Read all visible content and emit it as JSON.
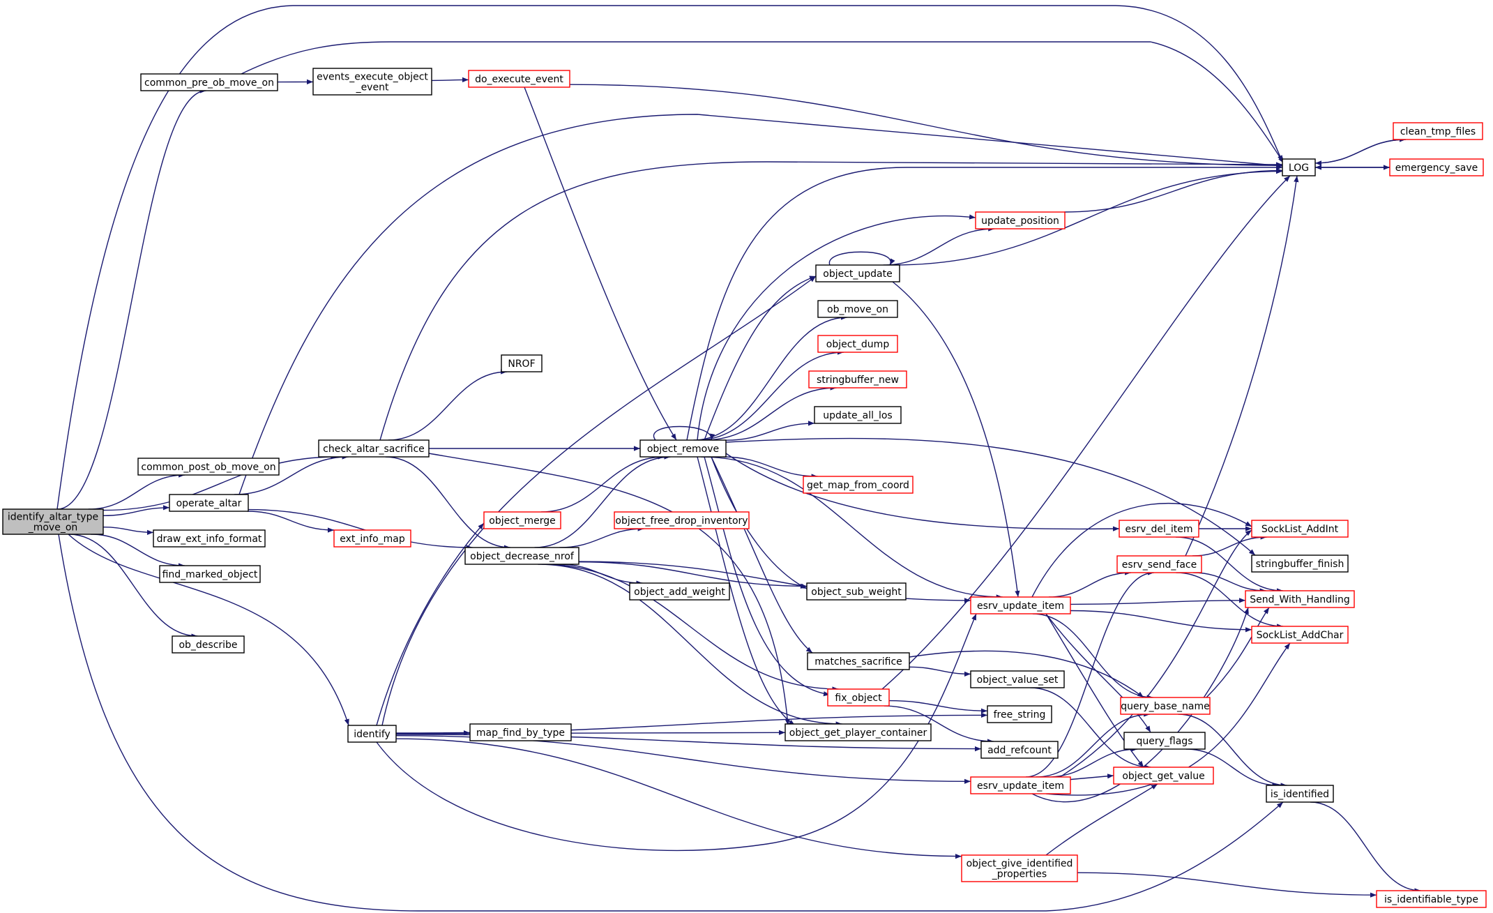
{
  "diagram": {
    "title": "",
    "colors": {
      "edge": "#191970",
      "border_default": "#000000",
      "border_truncated": "#ff0000",
      "fill_root": "#bfbfbf",
      "fill_default": "#ffffff",
      "text": "#000000"
    },
    "nodes": [
      {
        "id": "identify_altar",
        "lines": [
          "identify_altar_type",
          "_move_on"
        ],
        "style": "root"
      },
      {
        "id": "common_pre",
        "lines": [
          "common_pre_ob_move_on"
        ],
        "style": "default"
      },
      {
        "id": "events_exec",
        "lines": [
          "events_execute_object",
          "_event"
        ],
        "style": "default"
      },
      {
        "id": "do_execute_event",
        "lines": [
          "do_execute_event"
        ],
        "style": "truncated"
      },
      {
        "id": "LOG",
        "lines": [
          "LOG"
        ],
        "style": "default"
      },
      {
        "id": "clean_tmp_files",
        "lines": [
          "clean_tmp_files"
        ],
        "style": "truncated"
      },
      {
        "id": "emergency_save",
        "lines": [
          "emergency_save"
        ],
        "style": "truncated"
      },
      {
        "id": "check_altar_sacrifice",
        "lines": [
          "check_altar_sacrifice"
        ],
        "style": "default"
      },
      {
        "id": "common_post",
        "lines": [
          "common_post_ob_move_on"
        ],
        "style": "default"
      },
      {
        "id": "operate_altar",
        "lines": [
          "operate_altar"
        ],
        "style": "default"
      },
      {
        "id": "draw_ext_info_format",
        "lines": [
          "draw_ext_info_format"
        ],
        "style": "default"
      },
      {
        "id": "find_marked_object",
        "lines": [
          "find_marked_object"
        ],
        "style": "default"
      },
      {
        "id": "ob_describe",
        "lines": [
          "ob_describe"
        ],
        "style": "default"
      },
      {
        "id": "identify",
        "lines": [
          "identify"
        ],
        "style": "default"
      },
      {
        "id": "NROF",
        "lines": [
          "NROF"
        ],
        "style": "default"
      },
      {
        "id": "object_remove",
        "lines": [
          "object_remove"
        ],
        "style": "default"
      },
      {
        "id": "object_merge",
        "lines": [
          "object_merge"
        ],
        "style": "truncated"
      },
      {
        "id": "object_decrease_nrof",
        "lines": [
          "object_decrease_nrof"
        ],
        "style": "default"
      },
      {
        "id": "ext_info_map",
        "lines": [
          "ext_info_map"
        ],
        "style": "truncated"
      },
      {
        "id": "object_free_drop_inventory",
        "lines": [
          "object_free_drop_inventory"
        ],
        "style": "truncated"
      },
      {
        "id": "object_add_weight",
        "lines": [
          "object_add_weight"
        ],
        "style": "default"
      },
      {
        "id": "object_sub_weight",
        "lines": [
          "object_sub_weight"
        ],
        "style": "default"
      },
      {
        "id": "update_position",
        "lines": [
          "update_position"
        ],
        "style": "truncated"
      },
      {
        "id": "object_update",
        "lines": [
          "object_update"
        ],
        "style": "default"
      },
      {
        "id": "ob_move_on",
        "lines": [
          "ob_move_on"
        ],
        "style": "default"
      },
      {
        "id": "object_dump",
        "lines": [
          "object_dump"
        ],
        "style": "truncated"
      },
      {
        "id": "stringbuffer_new",
        "lines": [
          "stringbuffer_new"
        ],
        "style": "truncated"
      },
      {
        "id": "update_all_los",
        "lines": [
          "update_all_los"
        ],
        "style": "default"
      },
      {
        "id": "get_map_from_coord",
        "lines": [
          "get_map_from_coord"
        ],
        "style": "truncated"
      },
      {
        "id": "matches_sacrifice",
        "lines": [
          "matches_sacrifice"
        ],
        "style": "default"
      },
      {
        "id": "fix_object",
        "lines": [
          "fix_object"
        ],
        "style": "truncated"
      },
      {
        "id": "object_value_set",
        "lines": [
          "object_value_set"
        ],
        "style": "default"
      },
      {
        "id": "free_string",
        "lines": [
          "free_string"
        ],
        "style": "default"
      },
      {
        "id": "add_refcount",
        "lines": [
          "add_refcount"
        ],
        "style": "default"
      },
      {
        "id": "object_get_player_container",
        "lines": [
          "object_get_player_container"
        ],
        "style": "default"
      },
      {
        "id": "map_find_by_type",
        "lines": [
          "map_find_by_type"
        ],
        "style": "default"
      },
      {
        "id": "esrv_update_item_1",
        "lines": [
          "esrv_update_item"
        ],
        "style": "truncated"
      },
      {
        "id": "esrv_update_item_2",
        "lines": [
          "esrv_update_item"
        ],
        "style": "truncated"
      },
      {
        "id": "esrv_del_item",
        "lines": [
          "esrv_del_item"
        ],
        "style": "truncated"
      },
      {
        "id": "esrv_send_face",
        "lines": [
          "esrv_send_face"
        ],
        "style": "truncated"
      },
      {
        "id": "query_base_name",
        "lines": [
          "query_base_name"
        ],
        "style": "truncated"
      },
      {
        "id": "query_flags",
        "lines": [
          "query_flags"
        ],
        "style": "default"
      },
      {
        "id": "object_get_value",
        "lines": [
          "object_get_value"
        ],
        "style": "truncated"
      },
      {
        "id": "object_give_identified_properties",
        "lines": [
          "object_give_identified",
          "_properties"
        ],
        "style": "truncated"
      },
      {
        "id": "SockList_AddInt",
        "lines": [
          "SockList_AddInt"
        ],
        "style": "truncated"
      },
      {
        "id": "stringbuffer_finish",
        "lines": [
          "stringbuffer_finish"
        ],
        "style": "default"
      },
      {
        "id": "Send_With_Handling",
        "lines": [
          "Send_With_Handling"
        ],
        "style": "truncated"
      },
      {
        "id": "SockList_AddChar",
        "lines": [
          "SockList_AddChar"
        ],
        "style": "truncated"
      },
      {
        "id": "is_identified",
        "lines": [
          "is_identified"
        ],
        "style": "default"
      },
      {
        "id": "is_identifiable_type",
        "lines": [
          "is_identifiable_type"
        ],
        "style": "truncated"
      }
    ],
    "edges": [
      {
        "from": "identify_altar",
        "to": "common_pre"
      },
      {
        "from": "identify_altar",
        "to": "LOG"
      },
      {
        "from": "identify_altar",
        "to": "check_altar_sacrifice"
      },
      {
        "from": "identify_altar",
        "to": "common_post"
      },
      {
        "from": "identify_altar",
        "to": "operate_altar"
      },
      {
        "from": "identify_altar",
        "to": "draw_ext_info_format"
      },
      {
        "from": "identify_altar",
        "to": "find_marked_object"
      },
      {
        "from": "identify_altar",
        "to": "ob_describe"
      },
      {
        "from": "identify_altar",
        "to": "identify"
      },
      {
        "from": "identify_altar",
        "to": "is_identified"
      },
      {
        "from": "common_pre",
        "to": "events_exec"
      },
      {
        "from": "common_pre",
        "to": "LOG"
      },
      {
        "from": "events_exec",
        "to": "do_execute_event"
      },
      {
        "from": "do_execute_event",
        "to": "LOG"
      },
      {
        "from": "do_execute_event",
        "to": "object_remove"
      },
      {
        "from": "LOG",
        "to": "clean_tmp_files"
      },
      {
        "from": "LOG",
        "to": "emergency_save"
      },
      {
        "from": "clean_tmp_files",
        "to": "LOG"
      },
      {
        "from": "emergency_save",
        "to": "LOG"
      },
      {
        "from": "check_altar_sacrifice",
        "to": "LOG"
      },
      {
        "from": "check_altar_sacrifice",
        "to": "NROF"
      },
      {
        "from": "check_altar_sacrifice",
        "to": "object_remove"
      },
      {
        "from": "check_altar_sacrifice",
        "to": "object_decrease_nrof"
      },
      {
        "from": "check_altar_sacrifice",
        "to": "object_get_player_container"
      },
      {
        "from": "operate_altar",
        "to": "LOG"
      },
      {
        "from": "operate_altar",
        "to": "check_altar_sacrifice"
      },
      {
        "from": "operate_altar",
        "to": "object_decrease_nrof"
      },
      {
        "from": "operate_altar",
        "to": "ext_info_map"
      },
      {
        "from": "identify",
        "to": "object_update"
      },
      {
        "from": "identify",
        "to": "object_merge"
      },
      {
        "from": "identify",
        "to": "map_find_by_type"
      },
      {
        "from": "identify",
        "to": "object_get_player_container"
      },
      {
        "from": "identify",
        "to": "free_string"
      },
      {
        "from": "identify",
        "to": "add_refcount"
      },
      {
        "from": "identify",
        "to": "esrv_update_item_2"
      },
      {
        "from": "identify",
        "to": "esrv_update_item_1"
      },
      {
        "from": "identify",
        "to": "object_give_identified_properties"
      },
      {
        "from": "object_merge",
        "to": "object_remove"
      },
      {
        "from": "object_decrease_nrof",
        "to": "object_remove"
      },
      {
        "from": "object_decrease_nrof",
        "to": "object_free_drop_inventory"
      },
      {
        "from": "object_decrease_nrof",
        "to": "object_add_weight"
      },
      {
        "from": "object_decrease_nrof",
        "to": "object_sub_weight"
      },
      {
        "from": "object_decrease_nrof",
        "to": "esrv_update_item_1"
      },
      {
        "from": "object_decrease_nrof",
        "to": "fix_object"
      },
      {
        "from": "object_decrease_nrof",
        "to": "object_get_player_container"
      },
      {
        "from": "object_remove",
        "to": "object_remove"
      },
      {
        "from": "object_remove",
        "to": "LOG"
      },
      {
        "from": "object_remove",
        "to": "update_position"
      },
      {
        "from": "object_remove",
        "to": "object_update"
      },
      {
        "from": "object_remove",
        "to": "ob_move_on"
      },
      {
        "from": "object_remove",
        "to": "object_dump"
      },
      {
        "from": "object_remove",
        "to": "stringbuffer_new"
      },
      {
        "from": "object_remove",
        "to": "update_all_los"
      },
      {
        "from": "object_remove",
        "to": "stringbuffer_finish"
      },
      {
        "from": "object_remove",
        "to": "get_map_from_coord"
      },
      {
        "from": "object_remove",
        "to": "esrv_del_item"
      },
      {
        "from": "object_remove",
        "to": "esrv_update_item_1"
      },
      {
        "from": "object_remove",
        "to": "object_sub_weight"
      },
      {
        "from": "object_remove",
        "to": "matches_sacrifice"
      },
      {
        "from": "object_remove",
        "to": "fix_object"
      },
      {
        "from": "object_remove",
        "to": "object_get_player_container"
      },
      {
        "from": "object_update",
        "to": "object_update"
      },
      {
        "from": "object_update",
        "to": "update_position"
      },
      {
        "from": "object_update",
        "to": "LOG"
      },
      {
        "from": "object_update",
        "to": "esrv_update_item_1"
      },
      {
        "from": "update_position",
        "to": "LOG"
      },
      {
        "from": "matches_sacrifice",
        "to": "object_value_set"
      },
      {
        "from": "matches_sacrifice",
        "to": "query_base_name"
      },
      {
        "from": "object_value_set",
        "to": "object_get_value"
      },
      {
        "from": "fix_object",
        "to": "LOG"
      },
      {
        "from": "fix_object",
        "to": "free_string"
      },
      {
        "from": "fix_object",
        "to": "add_refcount"
      },
      {
        "from": "esrv_update_item_1",
        "to": "esrv_send_face"
      },
      {
        "from": "esrv_update_item_1",
        "to": "SockList_AddInt"
      },
      {
        "from": "esrv_update_item_1",
        "to": "Send_With_Handling"
      },
      {
        "from": "esrv_update_item_1",
        "to": "SockList_AddChar"
      },
      {
        "from": "esrv_update_item_1",
        "to": "query_base_name"
      },
      {
        "from": "esrv_update_item_1",
        "to": "query_flags"
      },
      {
        "from": "esrv_update_item_1",
        "to": "object_get_value"
      },
      {
        "from": "esrv_update_item_2",
        "to": "esrv_send_face"
      },
      {
        "from": "esrv_update_item_2",
        "to": "query_base_name"
      },
      {
        "from": "esrv_update_item_2",
        "to": "query_flags"
      },
      {
        "from": "esrv_update_item_2",
        "to": "object_get_value"
      },
      {
        "from": "esrv_update_item_2",
        "to": "SockList_AddInt"
      },
      {
        "from": "esrv_update_item_2",
        "to": "Send_With_Handling"
      },
      {
        "from": "esrv_update_item_2",
        "to": "SockList_AddChar"
      },
      {
        "from": "esrv_del_item",
        "to": "SockList_AddInt"
      },
      {
        "from": "esrv_del_item",
        "to": "Send_With_Handling"
      },
      {
        "from": "esrv_send_face",
        "to": "SockList_AddInt"
      },
      {
        "from": "esrv_send_face",
        "to": "Send_With_Handling"
      },
      {
        "from": "esrv_send_face",
        "to": "SockList_AddChar"
      },
      {
        "from": "esrv_send_face",
        "to": "LOG"
      },
      {
        "from": "query_base_name",
        "to": "is_identified"
      },
      {
        "from": "query_base_name",
        "to": "Send_With_Handling"
      },
      {
        "from": "query_flags",
        "to": "is_identified"
      },
      {
        "from": "object_give_identified_properties",
        "to": "object_get_value"
      },
      {
        "from": "object_give_identified_properties",
        "to": "is_identifiable_type"
      },
      {
        "from": "is_identified",
        "to": "is_identifiable_type"
      }
    ]
  }
}
